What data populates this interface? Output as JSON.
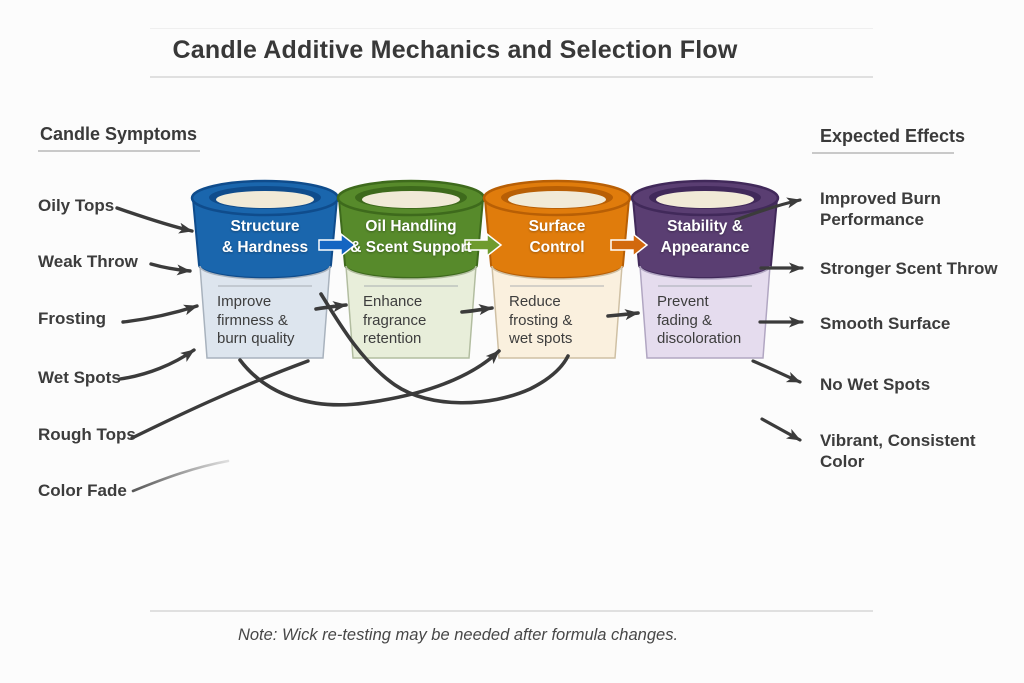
{
  "title": "Candle Additive Mechanics and Selection Flow",
  "symptoms": {
    "header": "Candle Symptoms",
    "items": [
      "Oily Tops",
      "Weak Throw",
      "Frosting",
      "Wet Spots",
      "Rough Tops",
      "Color Fade"
    ]
  },
  "effects": {
    "header": "Expected Effects",
    "items": [
      "Improved Burn\nPerformance",
      "Stronger Scent Throw",
      "Smooth Surface",
      "No Wet Spots",
      "Vibrant, Consistent\nColor"
    ]
  },
  "stages": [
    {
      "band": "Structure\n& Hardness",
      "body": "Improve\nfirmness &\nburn quality",
      "band_color": "#1a66ad",
      "band_dark": "#0f4c8c",
      "body_color": "#dde5ee"
    },
    {
      "band": "Oil Handling\n& Scent Support",
      "body": "Enhance\nfragrance\nretention",
      "band_color": "#578a2b",
      "band_dark": "#3e6a1c",
      "body_color": "#e8eeda"
    },
    {
      "band": "Surface\nControl",
      "body": "Reduce\nfrosting &\nwet spots",
      "band_color": "#e07c0c",
      "band_dark": "#b85f05",
      "body_color": "#faf0de"
    },
    {
      "band": "Stability &\nAppearance",
      "body": "Prevent\nfading &\ndiscoloration",
      "band_color": "#5a3e72",
      "band_dark": "#41295a",
      "body_color": "#e5dcee"
    }
  ],
  "connector_colors": {
    "stage1_to_2": "#1565c2",
    "stage2_to_3": "#6f9b2e",
    "stage3_to_4": "#d2690e"
  },
  "arrow_color": "#3b3b3b",
  "wax_color": "#f1ead7",
  "note": "Note: Wick re-testing may be needed after formula changes."
}
